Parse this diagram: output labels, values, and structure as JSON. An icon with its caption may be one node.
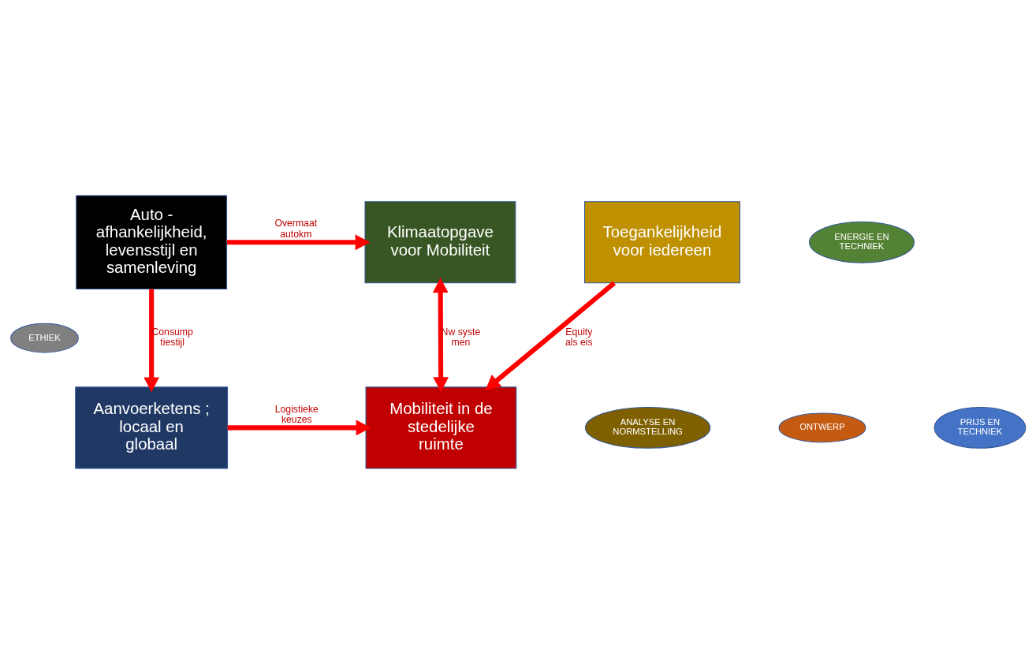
{
  "diagram": {
    "nodes": [
      {
        "text": [
          "ETHIEK"
        ]
      },
      {
        "text": [
          "Auto - afhankelijkheid, levensstijl en samenleving"
        ]
      },
      {
        "text": [
          "ENERGIE EN TECHNIEK"
        ]
      },
      {
        "text": [
          "Klimaatopgave voor Mobiliteit"
        ]
      },
      {
        "text": [
          "Toegankelijkheid voor iedereen"
        ]
      },
      {
        "text": [
          "Aanvoerketens ; locaal en globaal"
        ]
      },
      {
        "text": [
          "Mobiliteit in de stedelijke ruimte"
        ]
      },
      {
        "text": [
          "ANALYSE EN NORMSTELLING"
        ]
      },
      {
        "text": [
          "ONTWERP"
        ]
      },
      {
        "text": [
          "PRIJS EN TECHNIEK"
        ]
      }
    ],
    "edges": [
      {
        "from": 1,
        "to": 5,
        "arrow": "to",
        "label": "Consump tiestijl"
      },
      {
        "from": 1,
        "to": 3,
        "arrow": "to",
        "label": "Overmaat autokm"
      },
      {
        "from": 3,
        "to": 6,
        "arrow": "both",
        "label": "Nw syste men"
      },
      {
        "from": 4,
        "to": 6,
        "arrow": "to",
        "label": "Equity als eis"
      },
      {
        "from": 5,
        "to": 6,
        "arrow": "to",
        "label": "Logistieke keuzes"
      }
    ]
  }
}
